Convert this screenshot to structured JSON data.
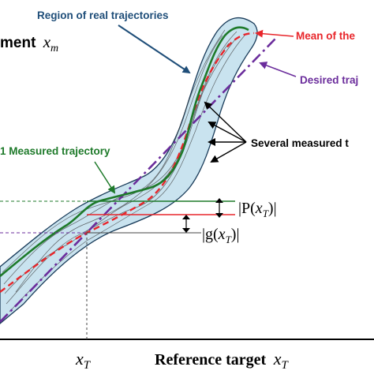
{
  "labels": {
    "region": "Region of real trajectories",
    "mean": "Mean of the",
    "desired": "Desired traj",
    "several": "Several measured t",
    "measured_prefix": "1 Measured trajectory",
    "y_axis_word": "ment",
    "y_axis_var": "x",
    "y_axis_sub": "m",
    "x_axis_word": "Reference target",
    "x_axis_var": "x",
    "x_axis_sub": "T",
    "xt_var": "x",
    "xt_sub": "T",
    "p_left": "|P(",
    "p_var": "x",
    "p_sub": "T",
    "p_right": ")|",
    "g_left": "|g(",
    "g_var": "x",
    "g_sub": "T",
    "g_right": ")|"
  },
  "colors": {
    "region_fill": "#c9e3ef",
    "region_stroke": "#1a3c5a",
    "mean_line": "#e8262b",
    "desired_line": "#6b2d9c",
    "measured_line": "#1e7a2a",
    "label_blue": "#1f4e79",
    "label_red": "#e8262b",
    "label_purple": "#6b2d9c",
    "label_green": "#1e7a2a"
  }
}
